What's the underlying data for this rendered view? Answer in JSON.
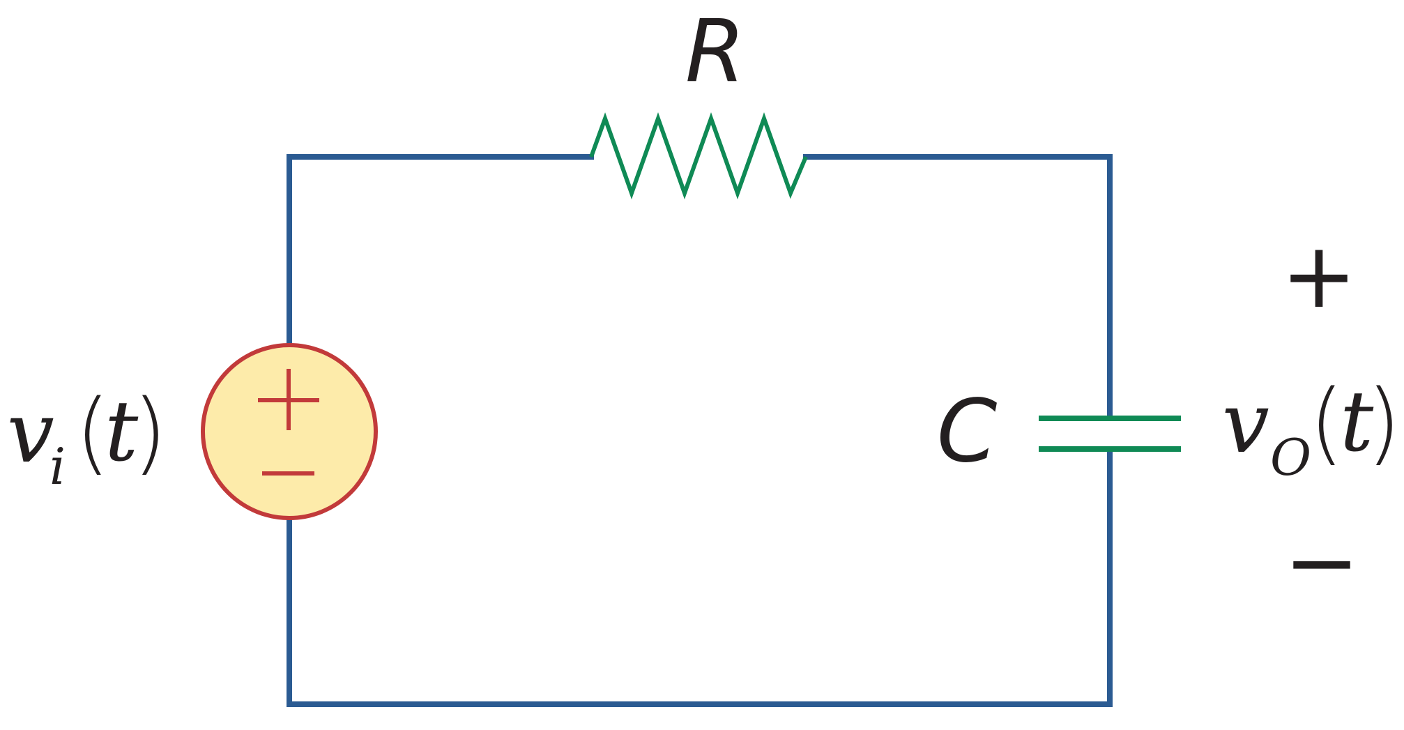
{
  "diagram": {
    "resistor_label": "R",
    "capacitor_label": "C",
    "input_voltage": {
      "symbol": "v",
      "subscript": "i",
      "argument": "t",
      "open_paren": "(",
      "close_paren": ")"
    },
    "output_voltage": {
      "symbol": "v",
      "subscript": "O",
      "argument": "t",
      "open_paren": "(",
      "close_paren": ")"
    },
    "output_plus": "+",
    "output_minus": "−"
  },
  "colors": {
    "wire": "#2b5b92",
    "resistor": "#0f8a55",
    "capacitor": "#0f8a55",
    "source_outline": "#c23a3a",
    "source_fill": "#fdebaa",
    "text": "#231f20"
  },
  "icons": {
    "source": "ac-voltage-source-icon",
    "resistor": "resistor-icon",
    "capacitor": "capacitor-icon"
  }
}
